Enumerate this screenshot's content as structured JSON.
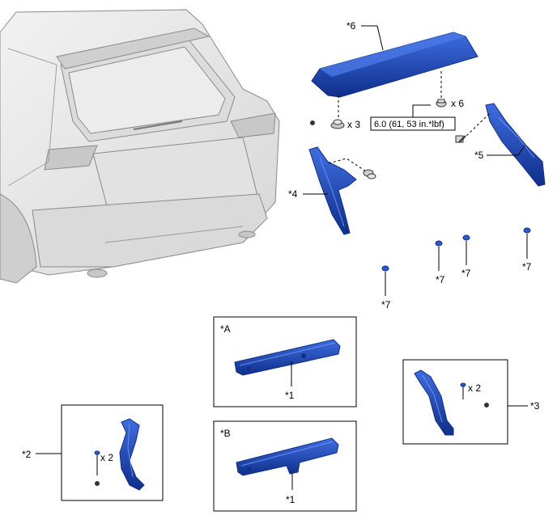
{
  "callouts": {
    "part6": "*6",
    "part5": "*5",
    "part4": "*4",
    "part7a": "*7",
    "part7b": "*7",
    "part7c": "*7",
    "part7d": "*7",
    "part3": "*3",
    "part2": "*2",
    "part1a": "*1",
    "part1b": "*1"
  },
  "quantities": {
    "nuts": "x 3",
    "clips": "x 6",
    "part3_pins": "x 2",
    "part2_pins": "x 2"
  },
  "torque": {
    "value": "6.0 (61, 53 in.*lbf)"
  },
  "detail_boxes": {
    "a": "*A",
    "b": "*B"
  },
  "colors": {
    "part_blue": "#1f4fc4",
    "part_blue_dark": "#0e2f8a",
    "car_fill": "#e6e6e6",
    "car_stroke": "#8a8a8a"
  }
}
